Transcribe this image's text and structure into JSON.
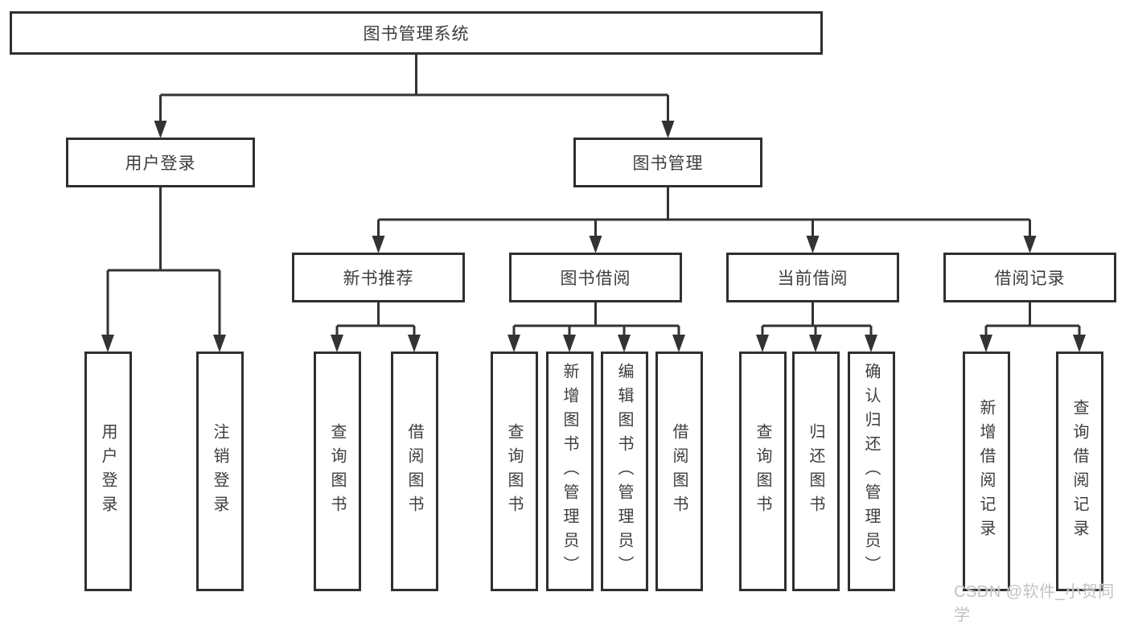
{
  "diagram": {
    "title": "图书管理系统",
    "branches": [
      {
        "label": "用户登录",
        "children": [
          {
            "label": "用户登录"
          },
          {
            "label": "注销登录"
          }
        ]
      },
      {
        "label": "图书管理",
        "sections": [
          {
            "label": "新书推荐",
            "children": [
              {
                "label": "查询图书"
              },
              {
                "label": "借阅图书"
              }
            ]
          },
          {
            "label": "图书借阅",
            "children": [
              {
                "label": "查询图书"
              },
              {
                "label": "新增图书（管理员）"
              },
              {
                "label": "编辑图书（管理员）"
              },
              {
                "label": "借阅图书"
              }
            ]
          },
          {
            "label": "当前借阅",
            "children": [
              {
                "label": "查询图书"
              },
              {
                "label": "归还图书"
              },
              {
                "label": "确认归还（管理员）"
              }
            ]
          },
          {
            "label": "借阅记录",
            "children": [
              {
                "label": "新增借阅记录"
              },
              {
                "label": "查询借阅记录"
              }
            ]
          }
        ]
      }
    ]
  },
  "watermark": {
    "text": "CSDN @软件_小贺同学"
  },
  "colors": {
    "background": "#ffffff",
    "box_border": "#2f2f2f",
    "connector_line": "#333333",
    "label_text": "#3d3d3d",
    "watermark_text": "#bfc3c7"
  }
}
